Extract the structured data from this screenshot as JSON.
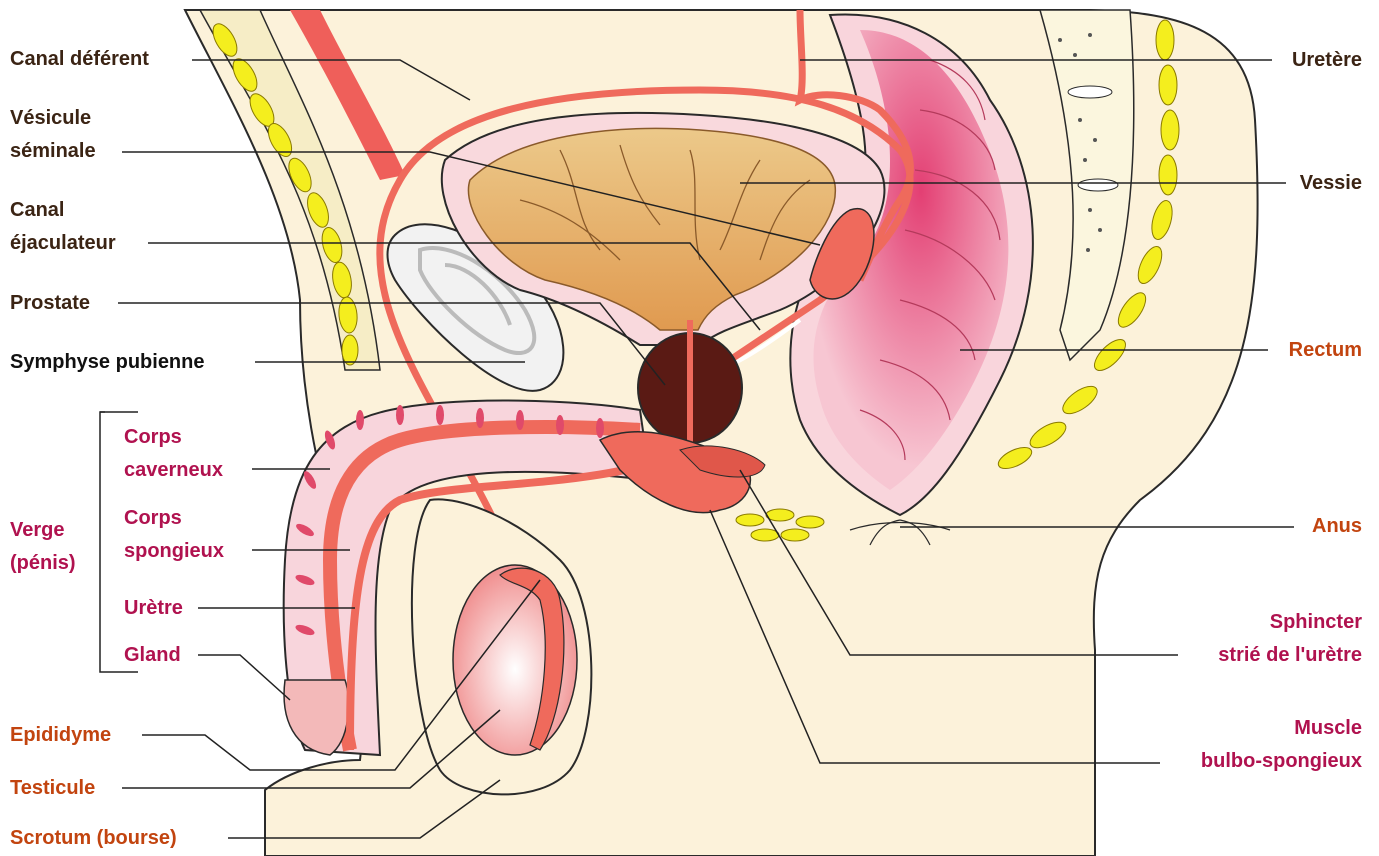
{
  "colors": {
    "skin": "#fcf2da",
    "skin_outline": "#2a2a2a",
    "fat": "#f4ee1e",
    "muscle": "#ef6a5c",
    "rectum": "#e0557f",
    "bladder": "#dfa458",
    "prostate": "#5a1a14",
    "leader_line": "#222222",
    "label_dark": "#3b2414",
    "label_black": "#111111",
    "label_orange": "#c2440f",
    "label_magenta": "#b0124f"
  },
  "labels": {
    "canal_deferent": "Canal déférent",
    "vesicule_1": "Vésicule",
    "vesicule_2": "séminale",
    "canal_ejac_1": "Canal",
    "canal_ejac_2": "éjaculateur",
    "prostate": "Prostate",
    "symphyse": "Symphyse pubienne",
    "corps_cav_1": "Corps",
    "corps_cav_2": "caverneux",
    "verge_1": "Verge",
    "verge_2": "(pénis)",
    "corps_spong_1": "Corps",
    "corps_spong_2": "spongieux",
    "uretre": "Urètre",
    "gland": "Gland",
    "epididyme": "Epididyme",
    "testicule": "Testicule",
    "scrotum": "Scrotum (bourse)",
    "uretere": "Uretère",
    "vessie": "Vessie",
    "rectum": "Rectum",
    "anus": "Anus",
    "sphincter_1": "Sphincter",
    "sphincter_2": "strié de l'urètre",
    "muscle_1": "Muscle",
    "muscle_2": "bulbo-spongieux"
  }
}
